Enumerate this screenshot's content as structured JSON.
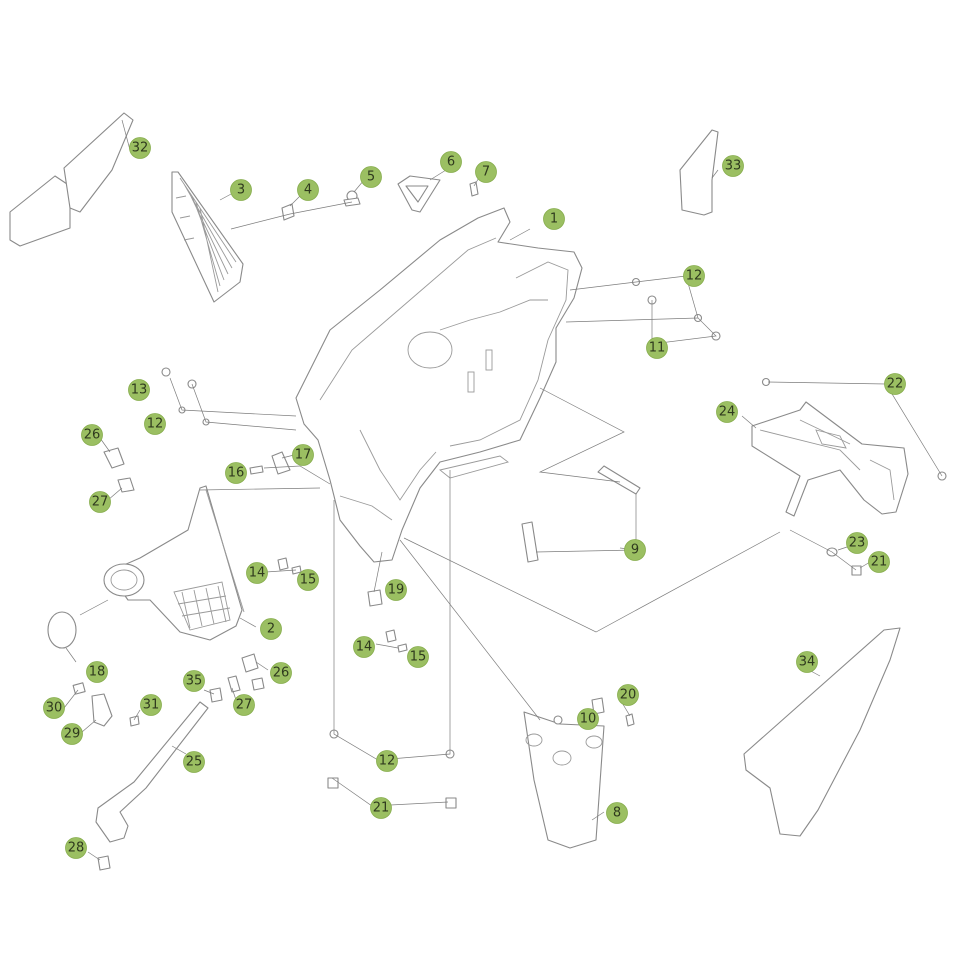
{
  "colors": {
    "callout_fill": "#9bbf62",
    "line": "#8a8a8a"
  },
  "callouts": [
    {
      "id": "c1",
      "label": "1"
    },
    {
      "id": "c2",
      "label": "2"
    },
    {
      "id": "c3",
      "label": "3"
    },
    {
      "id": "c4",
      "label": "4"
    },
    {
      "id": "c5",
      "label": "5"
    },
    {
      "id": "c6",
      "label": "6"
    },
    {
      "id": "c7",
      "label": "7"
    },
    {
      "id": "c8",
      "label": "8"
    },
    {
      "id": "c9",
      "label": "9"
    },
    {
      "id": "c10",
      "label": "10"
    },
    {
      "id": "c11",
      "label": "11"
    },
    {
      "id": "c12a",
      "label": "12"
    },
    {
      "id": "c12b",
      "label": "12"
    },
    {
      "id": "c12c",
      "label": "12"
    },
    {
      "id": "c13",
      "label": "13"
    },
    {
      "id": "c14a",
      "label": "14"
    },
    {
      "id": "c14b",
      "label": "14"
    },
    {
      "id": "c15a",
      "label": "15"
    },
    {
      "id": "c15b",
      "label": "15"
    },
    {
      "id": "c16",
      "label": "16"
    },
    {
      "id": "c17",
      "label": "17"
    },
    {
      "id": "c18",
      "label": "18"
    },
    {
      "id": "c19",
      "label": "19"
    },
    {
      "id": "c20",
      "label": "20"
    },
    {
      "id": "c21a",
      "label": "21"
    },
    {
      "id": "c21b",
      "label": "21"
    },
    {
      "id": "c22",
      "label": "22"
    },
    {
      "id": "c23",
      "label": "23"
    },
    {
      "id": "c24",
      "label": "24"
    },
    {
      "id": "c25",
      "label": "25"
    },
    {
      "id": "c26a",
      "label": "26"
    },
    {
      "id": "c26b",
      "label": "26"
    },
    {
      "id": "c27a",
      "label": "27"
    },
    {
      "id": "c27b",
      "label": "27"
    },
    {
      "id": "c28",
      "label": "28"
    },
    {
      "id": "c29",
      "label": "29"
    },
    {
      "id": "c30",
      "label": "30"
    },
    {
      "id": "c31",
      "label": "31"
    },
    {
      "id": "c32",
      "label": "32"
    },
    {
      "id": "c33",
      "label": "33"
    },
    {
      "id": "c34",
      "label": "34"
    },
    {
      "id": "c35",
      "label": "35"
    }
  ]
}
